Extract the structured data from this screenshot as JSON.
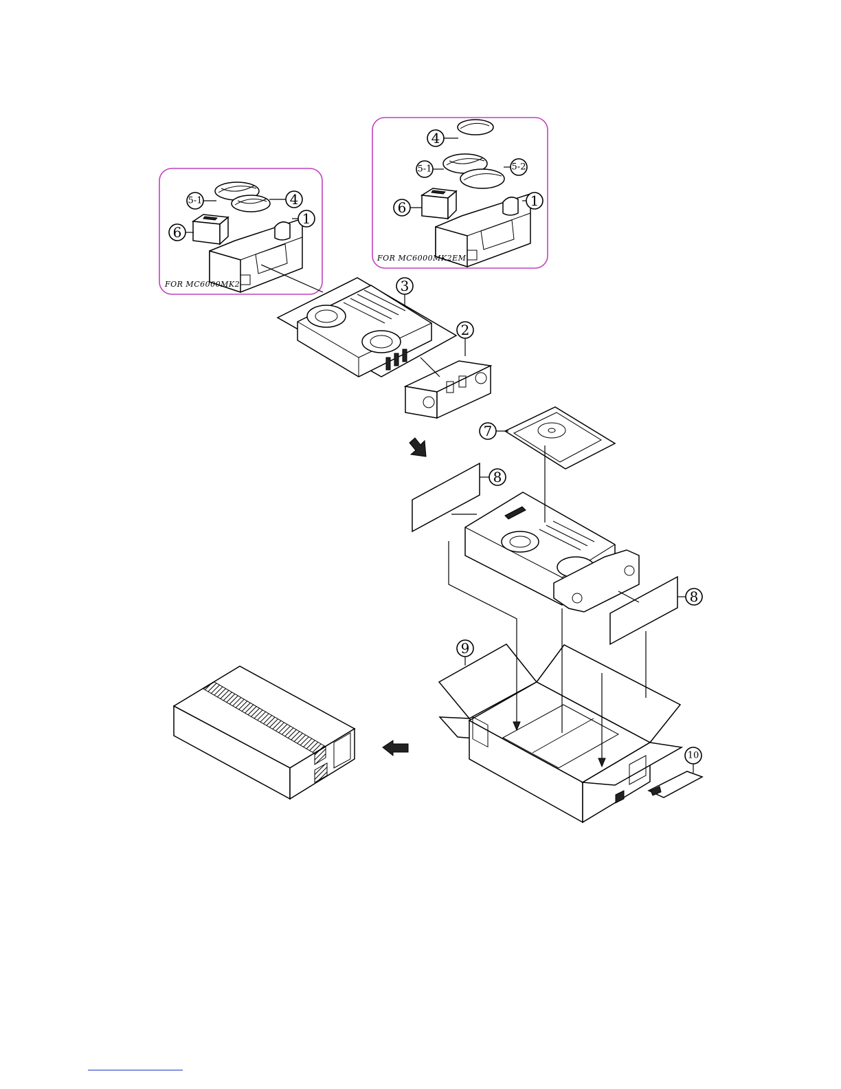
{
  "variants": {
    "left": {
      "label": "FOR MC6000MK2"
    },
    "right": {
      "label": "FOR MC6000MK2EM"
    }
  },
  "callouts": {
    "c1": "1",
    "c2": "2",
    "c3": "3",
    "c4": "4",
    "c5_1": "5-1",
    "c5_2": "5-2",
    "c6": "6",
    "c7": "7",
    "c8": "8",
    "c9": "9",
    "c10": "10"
  },
  "colors": {
    "group_outline": "#c040c0",
    "footer_rule": "#1a34c8",
    "ink": "#000000"
  }
}
